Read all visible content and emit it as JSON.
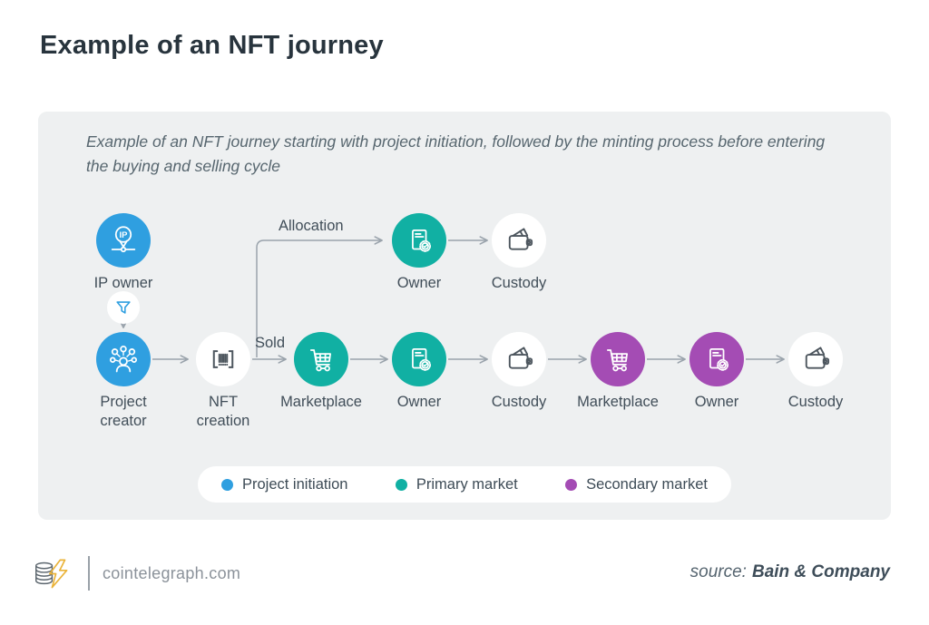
{
  "title": "Example of an NFT journey",
  "panel": {
    "description": "Example of an NFT journey starting with project initiation, followed by the minting process before entering the buying and selling cycle"
  },
  "flow": {
    "nodes": [
      {
        "id": "ip-owner",
        "label": "IP owner",
        "icon": "ip-pin-icon",
        "category": "project-initiation"
      },
      {
        "id": "allocation-owner",
        "label": "Owner",
        "icon": "certificate-document-icon",
        "category": "primary-market"
      },
      {
        "id": "allocation-custody",
        "label": "Custody",
        "icon": "wallet-icon",
        "category": "custody"
      },
      {
        "id": "project-creator",
        "label": "Project creator",
        "icon": "people-network-icon",
        "category": "project-initiation"
      },
      {
        "id": "nft-creation",
        "label": "NFT creation",
        "icon": "barcode-icon",
        "category": "minting"
      },
      {
        "id": "marketplace-primary",
        "label": "Marketplace",
        "icon": "shopping-cart-icon",
        "category": "primary-market"
      },
      {
        "id": "owner-primary",
        "label": "Owner",
        "icon": "certificate-document-icon",
        "category": "primary-market"
      },
      {
        "id": "custody-primary",
        "label": "Custody",
        "icon": "wallet-icon",
        "category": "custody"
      },
      {
        "id": "marketplace-secondary",
        "label": "Marketplace",
        "icon": "shopping-cart-icon",
        "category": "secondary-market"
      },
      {
        "id": "owner-secondary",
        "label": "Owner",
        "icon": "certificate-document-icon",
        "category": "secondary-market"
      },
      {
        "id": "custody-secondary",
        "label": "Custody",
        "icon": "wallet-icon",
        "category": "secondary-market"
      }
    ],
    "edges": [
      {
        "from": "ip-owner",
        "to": "project-creator",
        "via": "funnel-icon",
        "label": ""
      },
      {
        "from": "project-creator",
        "to": "nft-creation",
        "label": ""
      },
      {
        "from": "nft-creation",
        "to": "allocation-owner",
        "label": "Allocation"
      },
      {
        "from": "nft-creation",
        "to": "marketplace-primary",
        "label": "Sold"
      },
      {
        "from": "allocation-owner",
        "to": "allocation-custody",
        "label": ""
      },
      {
        "from": "marketplace-primary",
        "to": "owner-primary",
        "label": ""
      },
      {
        "from": "owner-primary",
        "to": "custody-primary",
        "label": ""
      },
      {
        "from": "custody-primary",
        "to": "marketplace-secondary",
        "label": ""
      },
      {
        "from": "marketplace-secondary",
        "to": "owner-secondary",
        "label": ""
      },
      {
        "from": "owner-secondary",
        "to": "custody-secondary",
        "label": ""
      }
    ]
  },
  "legend": {
    "items": [
      {
        "label": "Project initiation",
        "color": "#2f9fe0"
      },
      {
        "label": "Primary market",
        "color": "#11b0a3"
      },
      {
        "label": "Secondary market",
        "color": "#a44cb4"
      }
    ]
  },
  "footer": {
    "site": "cointelegraph.com",
    "source_prefix": "source:",
    "source_name": "Bain & Company"
  },
  "colors": {
    "project_initiation": "#2f9fe0",
    "primary_market": "#11b0a3",
    "secondary_market": "#a44cb4",
    "panel_background": "#eef0f1",
    "connector": "#9aa3ac",
    "title_text": "#28343d",
    "label_text": "#414e59",
    "logo_accent": "#eab339"
  }
}
